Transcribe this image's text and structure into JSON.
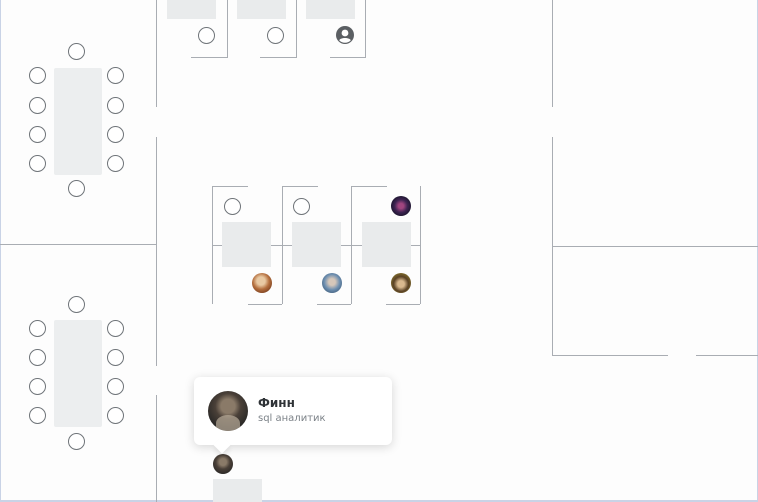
{
  "floor_plan": {
    "meeting_rooms": [
      {
        "id": "meeting-room-top",
        "seats": 10,
        "occupied": 0
      },
      {
        "id": "meeting-room-bottom",
        "seats": 10,
        "occupied": 0
      }
    ],
    "top_row_desks": [
      {
        "id": "desk-top-1",
        "status": "free"
      },
      {
        "id": "desk-top-2",
        "status": "free"
      },
      {
        "id": "desk-top-3",
        "status": "occupied-no-photo",
        "icon": "user-placeholder-icon"
      }
    ],
    "center_cluster_desks": [
      {
        "id": "desk-center-1a",
        "status": "free"
      },
      {
        "id": "desk-center-2a",
        "status": "free"
      },
      {
        "id": "desk-center-3a",
        "status": "occupied"
      },
      {
        "id": "desk-center-1b",
        "status": "occupied"
      },
      {
        "id": "desk-center-2b",
        "status": "occupied"
      },
      {
        "id": "desk-center-3b",
        "status": "occupied"
      }
    ],
    "bottom_desk": {
      "id": "desk-bottom-1",
      "status": "occupied",
      "user": "Финн"
    }
  },
  "tooltip": {
    "name": "Финн",
    "role": "sql аналитик"
  },
  "colors": {
    "wall": "#a9adb3",
    "desk": "#e9ebec",
    "seat_border": "#6f7479",
    "frame": "#c9d3e6"
  }
}
